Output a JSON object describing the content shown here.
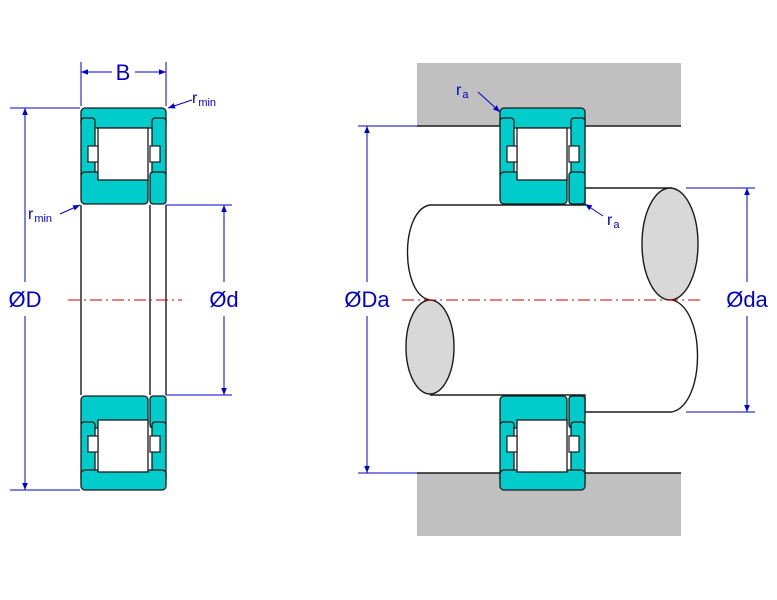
{
  "labels": {
    "B": "B",
    "OD": "ØD",
    "ID": "Ød",
    "Da": "ØDa",
    "da": "Øda",
    "rmin_top_main": "r",
    "rmin_top_sub": "min",
    "rmin_left_main": "r",
    "rmin_left_sub": "min",
    "ra_top_main": "r",
    "ra_top_sub": "a",
    "ra_right_main": "r",
    "ra_right_sub": "a"
  },
  "colors": {
    "ring": "#00cccc",
    "outline": "#1a1a1a",
    "dimension": "#0000cc",
    "centerline": "#cc0000",
    "housing": "#c0c0c0",
    "shaft_end": "#d8d8d8",
    "background": "#ffffff"
  }
}
